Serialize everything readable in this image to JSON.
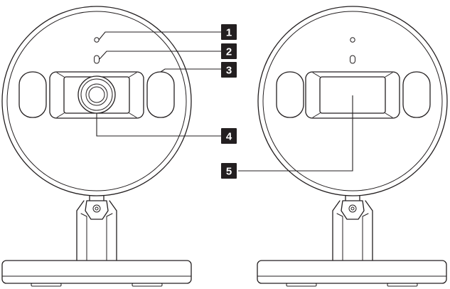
{
  "callouts": [
    {
      "id": "1",
      "label": "1"
    },
    {
      "id": "2",
      "label": "2"
    },
    {
      "id": "3",
      "label": "3"
    },
    {
      "id": "4",
      "label": "4"
    },
    {
      "id": "5",
      "label": "5"
    }
  ],
  "colors": {
    "line": "#231f20",
    "badge_bg": "#231f20",
    "badge_text": "#ffffff",
    "background": "#ffffff"
  }
}
